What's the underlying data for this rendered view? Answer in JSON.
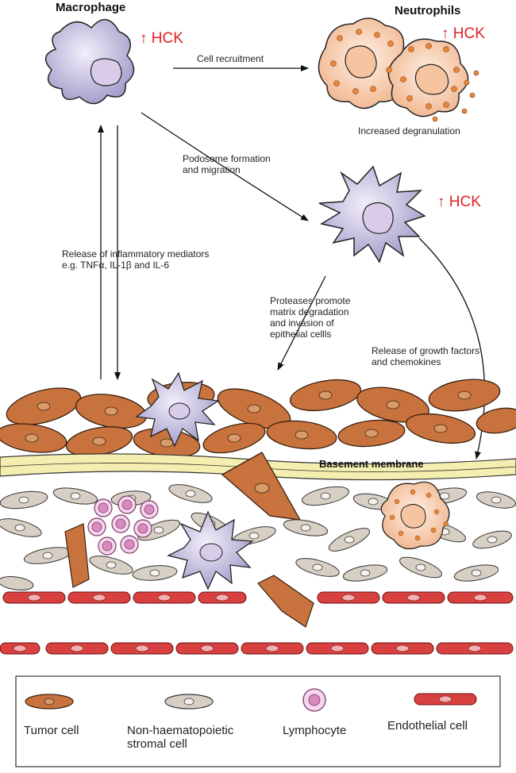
{
  "cells": {
    "macrophage": {
      "title": "Macrophage",
      "hck": "↑ HCK"
    },
    "neutrophils": {
      "title": "Neutrophils",
      "hck": "↑ HCK",
      "note": "Increased degranulation"
    },
    "migrating_macrophage": {
      "hck": "↑ HCK"
    }
  },
  "arrows": {
    "cell_recruitment": "Cell recruitment",
    "podosome": "Podosome formation\nand migration",
    "inflammatory": "Release of inflammatory mediators\ne.g. TNFα, IL-1β and IL-6",
    "proteases": "Proteases promote\nmatrix degradation\nand invasion of\nepithelial cellls",
    "growth_factors": "Release of growth factors\nand chemokines"
  },
  "tissue": {
    "basement_membrane": "Basement membrane"
  },
  "legend": {
    "items": [
      {
        "label": "Tumor cell"
      },
      {
        "label": "Non-haematopoietic\nstromal cell"
      },
      {
        "label": "Lymphocyte"
      },
      {
        "label": "Endothelial cell"
      }
    ]
  },
  "colors": {
    "tumor": "#c8733e",
    "macrophage": "#c9c2e0",
    "neutrophil": "#f7c9a8",
    "granule": "#e8873a",
    "stroma": "#d8cfc4",
    "lymphocyte": "#d98bc0",
    "endothelial": "#d94040",
    "membrane": "#f4eeb0",
    "hck": "#e02020"
  }
}
